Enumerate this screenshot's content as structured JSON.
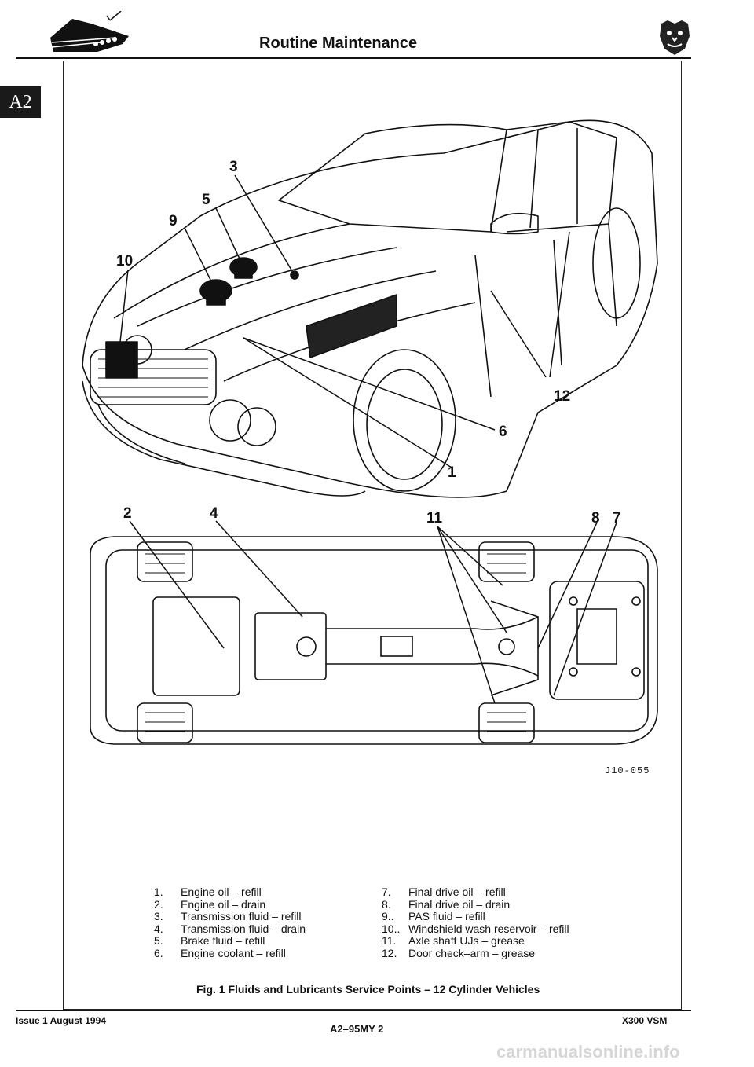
{
  "header": {
    "title": "Routine Maintenance",
    "section_tab": "A2"
  },
  "figure": {
    "callouts": {
      "c1": "1",
      "c2": "2",
      "c3": "3",
      "c4": "4",
      "c5": "5",
      "c6": "6",
      "c7": "7",
      "c8": "8",
      "c9": "9",
      "c10": "10",
      "c11": "11",
      "c12": "12"
    },
    "code": "J10-055"
  },
  "legend": {
    "left": [
      {
        "num": "1.",
        "text": "Engine oil – refill"
      },
      {
        "num": "2.",
        "text": "Engine oil – drain"
      },
      {
        "num": "3.",
        "text": "Transmission fluid – refill"
      },
      {
        "num": "4.",
        "text": "Transmission fluid – drain"
      },
      {
        "num": "5.",
        "text": "Brake fluid – refill"
      },
      {
        "num": "6.",
        "text": "Engine coolant – refill"
      }
    ],
    "right": [
      {
        "num": "7.",
        "text": "Final drive oil – refill"
      },
      {
        "num": "8.",
        "text": "Final drive oil – drain"
      },
      {
        "num": "9..",
        "text": "PAS fluid – refill"
      },
      {
        "num": "10..",
        "text": "Windshield wash reservoir – refill"
      },
      {
        "num": "11.",
        "text": "Axle shaft UJs – grease"
      },
      {
        "num": "12.",
        "text": "Door check–arm – grease"
      }
    ]
  },
  "caption": "Fig. 1 Fluids and Lubricants Service Points – 12 Cylinder Vehicles",
  "footer": {
    "left": "Issue 1 August 1994",
    "center": "A2–95MY 2",
    "right": "X300 VSM"
  },
  "watermark": "carmanualsonline.info",
  "icons": {
    "header_left": "car-emblem-icon",
    "header_right": "jaguar-head-icon"
  }
}
